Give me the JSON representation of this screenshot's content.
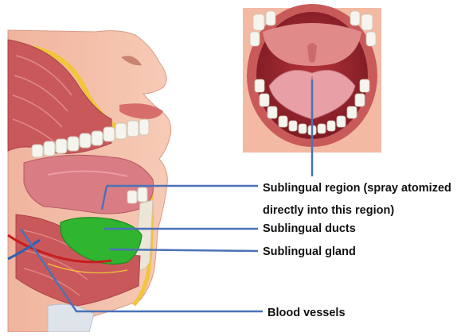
{
  "labels": {
    "sublingual_region_line1": "Sublingual region (spray atomized",
    "sublingual_region_line2": "directly into this region)",
    "sublingual_ducts": "Sublingual ducts",
    "sublingual_gland": "Sublingual gland",
    "blood_vessels": "Blood vessels"
  },
  "colors": {
    "leader_line": "#4a72b8",
    "gland": "#2fb52f",
    "tongue": "#d97c83",
    "muscle": "#c9585b",
    "skin": "#f3b9a3",
    "bone_yellow": "#f2c53a",
    "teeth": "#f6f4ee",
    "artery": "#c81d1d",
    "vein": "#2f5fb2"
  }
}
